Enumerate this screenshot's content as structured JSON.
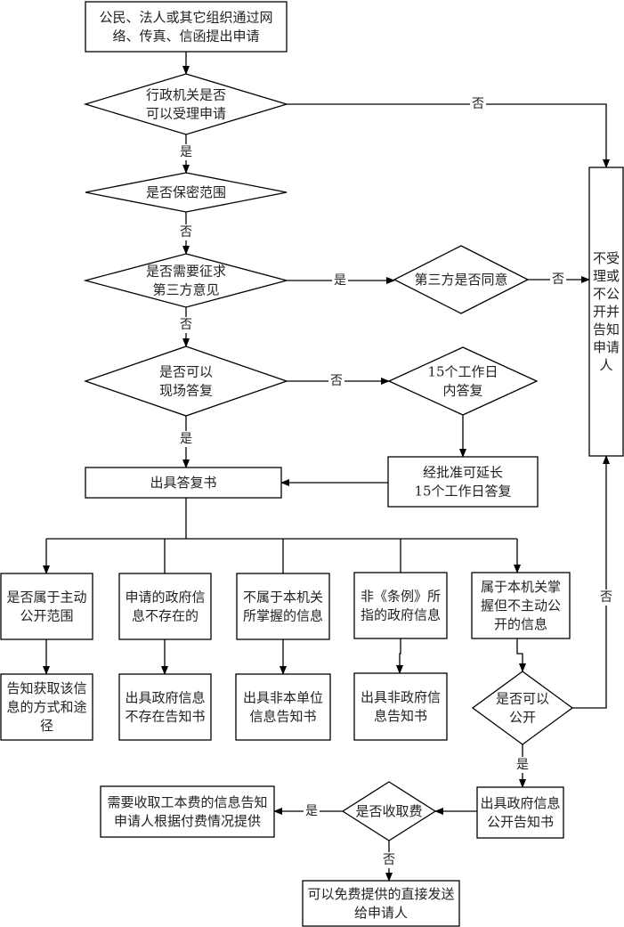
{
  "diagram": {
    "type": "flowchart",
    "nodes": {
      "start": {
        "lines": [
          "公民、法人或其它组织通过网",
          "络、传真、信函提出申请"
        ]
      },
      "accept": {
        "lines": [
          "行政机关是否",
          "可以受理申请"
        ]
      },
      "secret": {
        "lines": [
          "是否保密范围"
        ]
      },
      "third_party_needed": {
        "lines": [
          "是否需要征求",
          "第三方意见"
        ]
      },
      "third_party_agree": {
        "lines": [
          "第三方是否同意"
        ]
      },
      "reject": {
        "lines": [
          "不受",
          "理或",
          "不公",
          "开并",
          "告知",
          "申请",
          "人"
        ]
      },
      "onsite": {
        "lines": [
          "是否可以",
          "现场答复"
        ]
      },
      "within15": {
        "lines": [
          "15个工作日",
          "内答复"
        ]
      },
      "extend": {
        "lines": [
          "经批准可延长",
          "15个工作日答复"
        ]
      },
      "reply": {
        "lines": [
          "出具答复书"
        ]
      },
      "cat_active": {
        "lines": [
          "是否属于主动",
          "公开范围"
        ]
      },
      "cat_nonexist": {
        "lines": [
          "申请的政府信",
          "息不存在的"
        ]
      },
      "cat_notours": {
        "lines": [
          "不属于本机关",
          "所掌握的信息"
        ]
      },
      "cat_nonreg": {
        "lines": [
          "非《条例》所",
          "指的政府信息"
        ]
      },
      "cat_notactive": {
        "lines": [
          "属于本机关掌",
          "握但不主动公",
          "开的信息"
        ]
      },
      "out_active": {
        "lines": [
          "告知获取该信",
          "息的方式和途",
          "径"
        ]
      },
      "out_nonexist": {
        "lines": [
          "出具政府信息",
          "不存在告知书"
        ]
      },
      "out_notours": {
        "lines": [
          "出具非本单位",
          "信息告知书"
        ]
      },
      "out_nonreg": {
        "lines": [
          "出具非政府信",
          "息告知书"
        ]
      },
      "can_open": {
        "lines": [
          "是否可以",
          "公开"
        ]
      },
      "open_notice": {
        "lines": [
          "出具政府信息",
          "公开告知书"
        ]
      },
      "fee": {
        "lines": [
          "是否收取费"
        ]
      },
      "fee_yes": {
        "lines": [
          "需要收取工本费的信息告知",
          "申请人根据付费情况提供"
        ]
      },
      "fee_no": {
        "lines": [
          "可以免费提供的直接发送",
          "给申请人"
        ]
      }
    },
    "edge_labels": {
      "accept_no": "否",
      "accept_yes": "是",
      "secret_no": "否",
      "third_yes": "是",
      "third_no": "否",
      "agree_no": "否",
      "onsite_no": "否",
      "onsite_yes": "是",
      "can_open_no": "否",
      "can_open_yes": "是",
      "fee_yes": "是",
      "fee_no": "否"
    }
  }
}
